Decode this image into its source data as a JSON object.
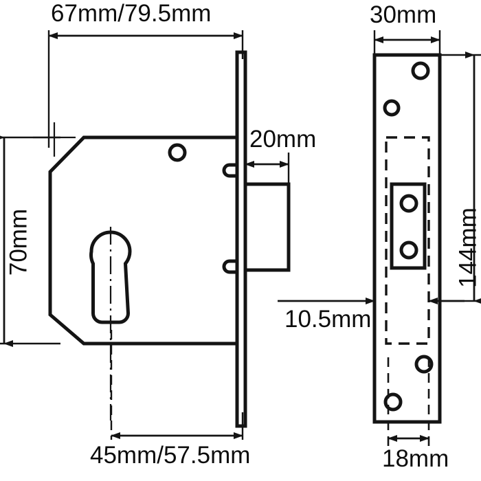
{
  "drawing": {
    "title": "Mortice lock technical drawing",
    "line_color": "#141414",
    "background": "#ffffff",
    "views": [
      {
        "name": "front-elevation",
        "description": "Lock case side view with euro cylinder keyhole, faceplate and bolt"
      },
      {
        "name": "faceplate-elevation",
        "description": "Faceplate front view with fixing screw holes and hidden lock case outline"
      }
    ]
  },
  "dimensions": {
    "case_width": {
      "label": "67mm/79.5mm",
      "value_primary": "67mm",
      "value_secondary": "79.5mm",
      "orientation": "horizontal",
      "position": "top-left-view"
    },
    "case_height": {
      "label": "70mm",
      "value_primary": "70mm",
      "orientation": "vertical",
      "position": "left-of-left-view"
    },
    "bolt_throw": {
      "label": "20mm",
      "value_primary": "20mm",
      "orientation": "horizontal",
      "position": "right-of-faceplate"
    },
    "backset": {
      "label": "45mm/57.5mm",
      "value_primary": "45mm",
      "value_secondary": "57.5mm",
      "orientation": "horizontal",
      "position": "bottom-left-view"
    },
    "faceplate_width": {
      "label": "30mm",
      "value_primary": "30mm",
      "orientation": "horizontal",
      "position": "top-right-view"
    },
    "faceplate_height": {
      "label": "144mm",
      "value_primary": "144mm",
      "orientation": "vertical",
      "position": "right-of-right-view"
    },
    "edge_offset": {
      "label": "10.5mm",
      "value_primary": "10.5mm",
      "orientation": "horizontal",
      "position": "left-of-right-view"
    },
    "bolt_width": {
      "label": "18mm",
      "value_primary": "18mm",
      "orientation": "horizontal",
      "position": "bottom-right-view"
    }
  },
  "features": {
    "keyhole": "euro-profile-cylinder-cutout",
    "pivot_hole": "follower-hole",
    "screw_holes_count": 4,
    "bolt": "deadbolt",
    "hidden_outline": "dashed-lock-case"
  }
}
